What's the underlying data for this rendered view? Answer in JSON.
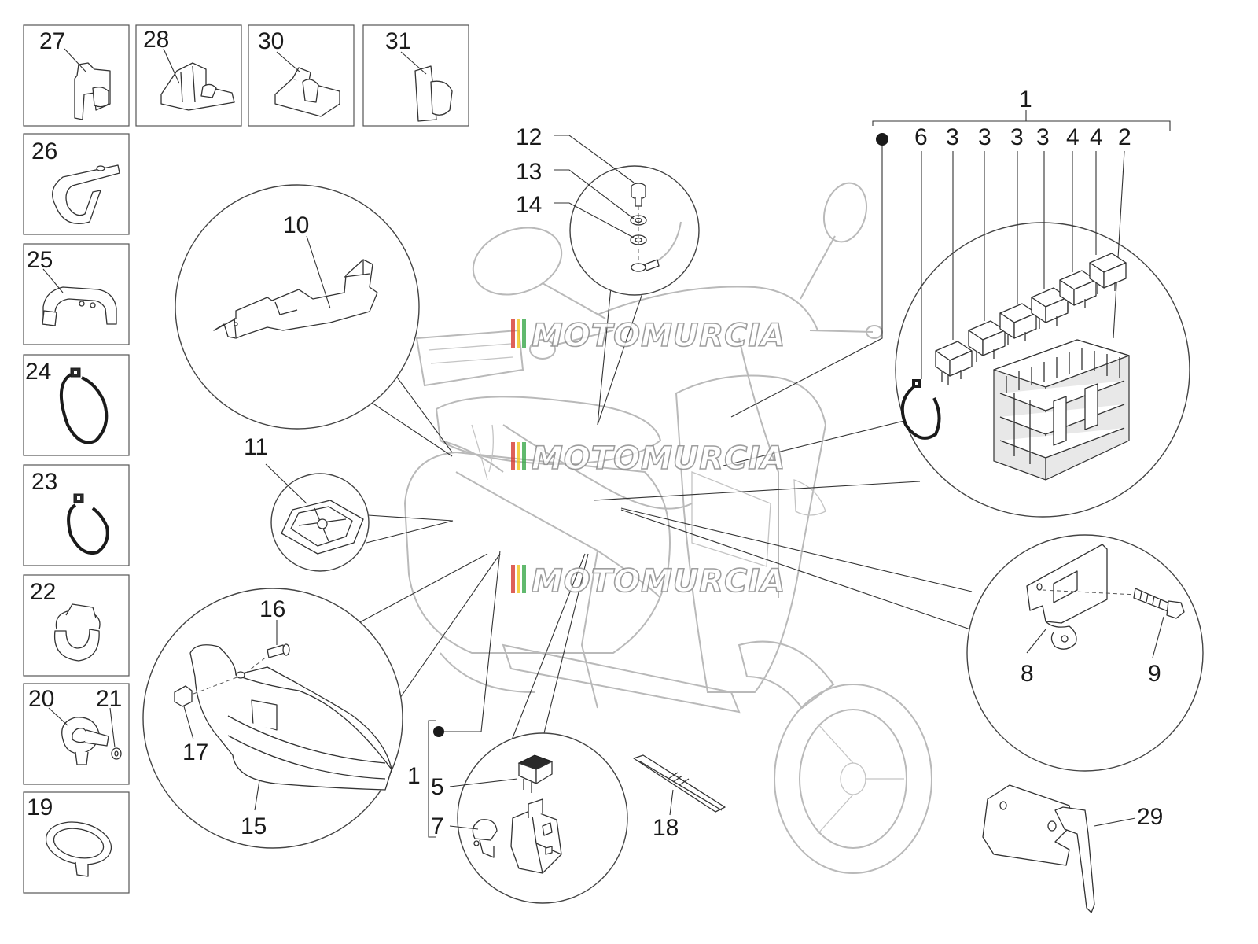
{
  "watermark": {
    "text": "MOTOMURCIA",
    "stripe_colors": [
      "#d63a2f",
      "#f0c419",
      "#3aa84a"
    ]
  },
  "part_numbers": {
    "p1_top": "1",
    "p1_bottom": "1",
    "p2": "2",
    "p3a": "3",
    "p3b": "3",
    "p3c": "3",
    "p3d": "3",
    "p4a": "4",
    "p4b": "4",
    "p5": "5",
    "p6": "6",
    "p7": "7",
    "p8": "8",
    "p9": "9",
    "p10": "10",
    "p11": "11",
    "p12": "12",
    "p13": "13",
    "p14": "14",
    "p15": "15",
    "p16": "16",
    "p17": "17",
    "p18": "18",
    "p19": "19",
    "p20": "20",
    "p21": "21",
    "p22": "22",
    "p23": "23",
    "p24": "24",
    "p25": "25",
    "p26": "26",
    "p27": "27",
    "p28": "28",
    "p29": "29",
    "p30": "30",
    "p31": "31"
  },
  "icons": {
    "fuse": "fuse-icon",
    "fuse_box": "fuse-box-icon",
    "cable_tie": "cable-tie-icon",
    "clip": "clip-icon",
    "bracket": "bracket-icon",
    "screw": "screw-icon",
    "washer": "washer-icon",
    "grommet": "grommet-icon",
    "scooter": "scooter-outline-icon"
  }
}
